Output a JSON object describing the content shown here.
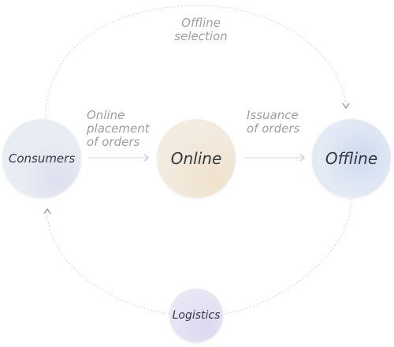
{
  "nodes": {
    "consumers": "Consumers",
    "online": "Online",
    "offline": "Offline",
    "logistics": "Logistics"
  },
  "edges": {
    "offline_selection": "Offline\nselection",
    "online_placement": "Online\nplacement\nof orders",
    "issuance": "Issuance\nof orders"
  },
  "colors": {
    "dotted_line": "#c8ccd3",
    "arrow_line": "#d6d9de",
    "arrowhead": "#8e949c",
    "label_text": "#9a9ea6",
    "node_text": "#333842"
  }
}
